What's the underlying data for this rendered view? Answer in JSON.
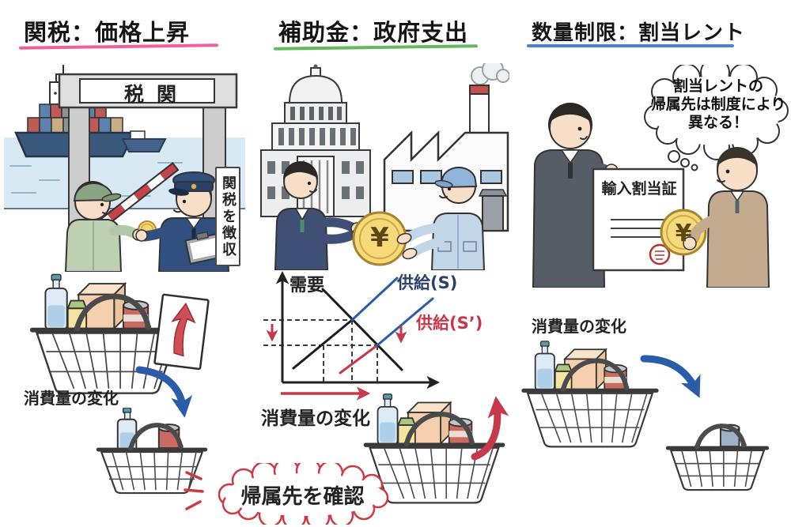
{
  "meta": {
    "background": "#ffffff"
  },
  "symbols": {
    "yen": "¥"
  },
  "colors": {
    "tariff_underline": "#f0609b",
    "subsidy_underline": "#63b95f",
    "quota_underline": "#4a83c6",
    "red_accent": "#c5394a",
    "blue_accent": "#2a5caa",
    "coin_gold": "#f6da79"
  },
  "sections": {
    "tariff": {
      "title": "関税：価格上昇",
      "gate_sign": "税関",
      "side_sign": "関税を徴収",
      "consumption_label": "消費量の変化"
    },
    "subsidy": {
      "title": "補助金：政府支出",
      "consumption_label": "消費量の変化",
      "graph": {
        "demand_label": "需要",
        "supply_label": "供給(S)",
        "supply_shifted_label": "供給(S’)"
      }
    },
    "quota": {
      "title": "数量制限：割当レント",
      "thought_bubble_lines": [
        "割当レントの",
        "帰属先は制度により",
        "異なる！"
      ],
      "certificate_title": "輸入割当証",
      "consumption_label": "消費量の変化"
    }
  },
  "footer": {
    "check_bubble": "帰属先を確認"
  },
  "chart_data": {
    "type": "line",
    "title": "",
    "xlabel": "",
    "ylabel": "",
    "axes_numeric_labels": false,
    "grid": false,
    "series": [
      {
        "name": "需要",
        "color": "#1c1c1c",
        "points_norm": [
          [
            0.26,
            0.83
          ],
          [
            0.76,
            0.11
          ]
        ]
      },
      {
        "name": "供給(S)",
        "color": "#2a5caa",
        "points_norm": [
          [
            0.07,
            0.13
          ],
          [
            0.73,
            0.93
          ]
        ]
      },
      {
        "name": "供給(S’)",
        "color": "#c5394a",
        "points_norm": [
          [
            0.37,
            0.08
          ],
          [
            0.95,
            0.75
          ]
        ]
      }
    ],
    "equilibrium_old_norm": [
      0.44,
      0.56
    ],
    "equilibrium_new_norm": [
      0.6,
      0.33
    ],
    "annotations": [
      "red-down-arrow price falls",
      "red-right-arrow quantity rises"
    ]
  }
}
